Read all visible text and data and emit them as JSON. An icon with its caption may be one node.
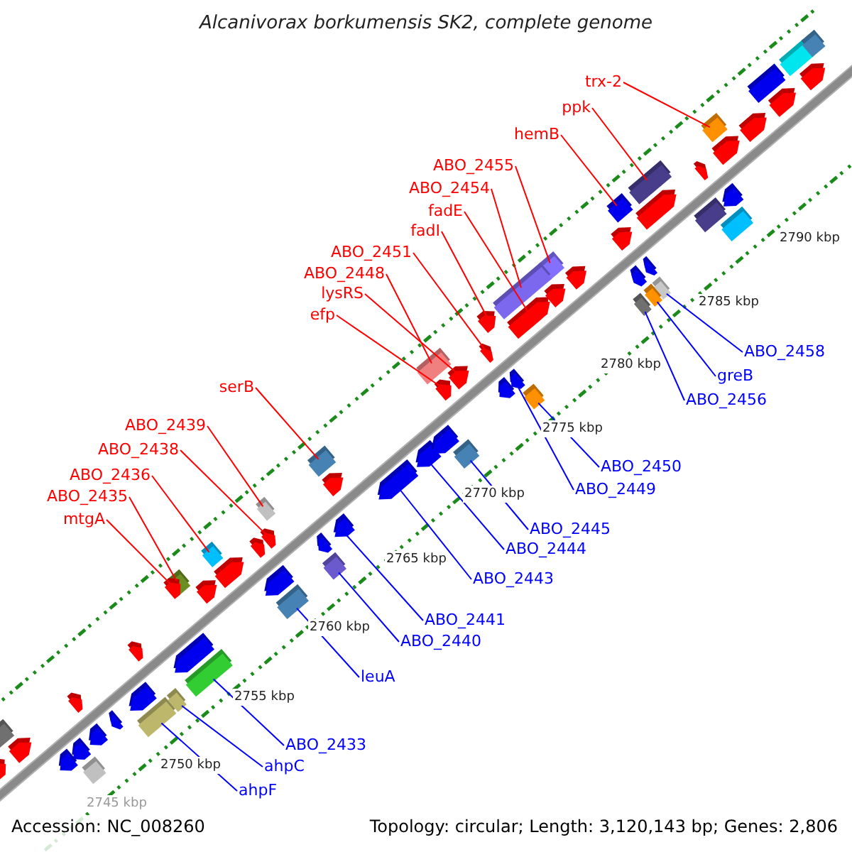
{
  "diagram": {
    "title": "Alcanivorax borkumensis SK2, complete genome",
    "nodes": [
      {
        "text": [
          "trx-2"
        ]
      },
      {
        "text": [
          "ppk"
        ]
      },
      {
        "text": [
          "hemB"
        ]
      },
      {
        "text": [
          "ABO_2455"
        ]
      },
      {
        "text": [
          "ABO_2454"
        ]
      },
      {
        "text": [
          "fadE"
        ]
      },
      {
        "text": [
          "fadI"
        ]
      },
      {
        "text": [
          "ABO_2451"
        ]
      },
      {
        "text": [
          "ABO_2448"
        ]
      },
      {
        "text": [
          "lysRS"
        ]
      },
      {
        "text": [
          "efp"
        ]
      },
      {
        "text": [
          "serB"
        ]
      },
      {
        "text": [
          "ABO_2439"
        ]
      },
      {
        "text": [
          "ABO_2438"
        ]
      },
      {
        "text": [
          "ABO_2436"
        ]
      },
      {
        "text": [
          "ABO_2435"
        ]
      },
      {
        "text": [
          "mtgA"
        ]
      },
      {
        "text": [
          "ABO_2458"
        ]
      },
      {
        "text": [
          "greB"
        ]
      },
      {
        "text": [
          "ABO_2456"
        ]
      },
      {
        "text": [
          "ABO_2450"
        ]
      },
      {
        "text": [
          "ABO_2449"
        ]
      },
      {
        "text": [
          "ABO_2445"
        ]
      },
      {
        "text": [
          "ABO_2444"
        ]
      },
      {
        "text": [
          "ABO_2443"
        ]
      },
      {
        "text": [
          "ABO_2441"
        ]
      },
      {
        "text": [
          "ABO_2440"
        ]
      },
      {
        "text": [
          "leuA"
        ]
      },
      {
        "text": [
          "ABO_2433"
        ]
      },
      {
        "text": [
          "ahpC"
        ]
      },
      {
        "text": [
          "ahpF"
        ]
      },
      {
        "text": [],
        "shape": "box"
      },
      {
        "text": [],
        "shape": "box"
      },
      {
        "text": [],
        "shape": "box"
      },
      {
        "text": [],
        "shape": "box"
      },
      {
        "text": [],
        "shape": "box"
      },
      {
        "text": [],
        "shape": "pentagon"
      },
      {
        "text": [],
        "shape": "pentagon"
      },
      {
        "text": [],
        "shape": "pentagon"
      },
      {
        "text": [],
        "shape": "box"
      },
      {
        "text": [],
        "shape": "pentagon"
      },
      {
        "text": [],
        "shape": "pentagon"
      },
      {
        "text": [],
        "shape": "box"
      },
      {
        "text": [],
        "shape": "box"
      },
      {
        "text": [],
        "shape": "pentagon"
      },
      {
        "text": [],
        "shape": "box"
      },
      {
        "text": [],
        "shape": "box"
      },
      {
        "text": [],
        "shape": "pentagon"
      },
      {
        "text": [],
        "shape": "box"
      },
      {
        "text": [],
        "shape": "box"
      },
      {
        "text": [],
        "shape": "box"
      },
      {
        "text": [],
        "shape": "box"
      },
      {
        "text": [],
        "shape": "pentagon"
      },
      {
        "text": [],
        "shape": "box"
      },
      {
        "text": [],
        "shape": "pentagon"
      },
      {
        "text": [],
        "shape": "pentagon"
      },
      {
        "text": [],
        "shape": "pentagon"
      },
      {
        "text": [],
        "shape": "box"
      },
      {
        "text": [],
        "shape": "box"
      },
      {
        "text": [],
        "shape": "box"
      },
      {
        "text": [],
        "shape": "box"
      },
      {
        "text": [],
        "shape": "box"
      },
      {
        "text": [],
        "shape": "pentagon"
      },
      {
        "text": [],
        "shape": "pentagon"
      },
      {
        "text": [],
        "shape": "pentagon"
      },
      {
        "text": [],
        "shape": "pentagon"
      },
      {
        "text": [],
        "shape": "pentagon"
      },
      {
        "text": [],
        "shape": "pentagon"
      },
      {
        "text": [],
        "shape": "pentagon"
      },
      {
        "text": [],
        "shape": "pentagon"
      },
      {
        "text": [],
        "shape": "pentagon"
      },
      {
        "text": [],
        "shape": "pentagon"
      },
      {
        "text": [],
        "shape": "pentagon"
      },
      {
        "text": [],
        "shape": "pentagon"
      },
      {
        "text": [],
        "shape": "pentagon"
      },
      {
        "text": [],
        "shape": "pentagon"
      },
      {
        "text": [],
        "shape": "pentagon"
      },
      {
        "text": [],
        "shape": "pentagon"
      },
      {
        "text": [],
        "shape": "pentagon"
      },
      {
        "text": [],
        "shape": "box"
      },
      {
        "text": [],
        "shape": "box"
      },
      {
        "text": [],
        "shape": "box"
      },
      {
        "text": [],
        "shape": "box"
      },
      {
        "text": [],
        "shape": "pentagon"
      },
      {
        "text": [],
        "shape": "pentagon"
      },
      {
        "text": [],
        "shape": "pentagon"
      },
      {
        "text": [],
        "shape": "pentagon"
      },
      {
        "text": [],
        "shape": "pentagon"
      },
      {
        "text": [],
        "shape": "pentagon"
      },
      {
        "text": [],
        "shape": "pentagon"
      },
      {
        "text": [],
        "shape": "pentagon"
      },
      {
        "text": [],
        "shape": "pentagon"
      },
      {
        "text": [],
        "shape": "pentagon"
      },
      {
        "text": [],
        "shape": "pentagon"
      },
      {
        "text": [],
        "shape": "pentagon"
      },
      {
        "text": [],
        "shape": "pentagon"
      },
      {
        "text": [],
        "shape": "pentagon"
      },
      {
        "text": [],
        "shape": "box"
      },
      {
        "text": [],
        "shape": "box"
      },
      {
        "text": [],
        "shape": "box"
      }
    ],
    "edges": [
      {
        "from": 0,
        "to": 31,
        "arrow": "none",
        "color": "#ff0000"
      },
      {
        "from": 1,
        "to": 32,
        "arrow": "none",
        "color": "#ff0000"
      },
      {
        "from": 2,
        "to": 33,
        "arrow": "none",
        "color": "#ff0000"
      },
      {
        "from": 3,
        "to": 34,
        "arrow": "none",
        "color": "#ff0000"
      },
      {
        "from": 4,
        "to": 35,
        "arrow": "none",
        "color": "#ff0000"
      },
      {
        "from": 5,
        "to": 36,
        "arrow": "none",
        "color": "#ff0000"
      },
      {
        "from": 6,
        "to": 37,
        "arrow": "none",
        "color": "#ff0000"
      },
      {
        "from": 7,
        "to": 38,
        "arrow": "none",
        "color": "#ff0000"
      },
      {
        "from": 8,
        "to": 39,
        "arrow": "none",
        "color": "#ff0000"
      },
      {
        "from": 9,
        "to": 40,
        "arrow": "none",
        "color": "#ff0000"
      },
      {
        "from": 10,
        "to": 41,
        "arrow": "none",
        "color": "#ff0000"
      },
      {
        "from": 11,
        "to": 42,
        "arrow": "none",
        "color": "#ff0000"
      },
      {
        "from": 12,
        "to": 43,
        "arrow": "none",
        "color": "#ff0000"
      },
      {
        "from": 13,
        "to": 44,
        "arrow": "none",
        "color": "#ff0000"
      },
      {
        "from": 14,
        "to": 45,
        "arrow": "none",
        "color": "#ff0000"
      },
      {
        "from": 15,
        "to": 46,
        "arrow": "none",
        "color": "#ff0000"
      },
      {
        "from": 16,
        "to": 47,
        "arrow": "none",
        "color": "#ff0000"
      },
      {
        "from": 17,
        "to": 48,
        "arrow": "none",
        "color": "#0000ff"
      },
      {
        "from": 18,
        "to": 49,
        "arrow": "none",
        "color": "#0000ff"
      },
      {
        "from": 19,
        "to": 50,
        "arrow": "none",
        "color": "#0000ff"
      },
      {
        "from": 20,
        "to": 51,
        "arrow": "none",
        "color": "#0000ff"
      },
      {
        "from": 21,
        "to": 52,
        "arrow": "none",
        "color": "#0000ff"
      },
      {
        "from": 22,
        "to": 53,
        "arrow": "none",
        "color": "#0000ff"
      },
      {
        "from": 23,
        "to": 54,
        "arrow": "none",
        "color": "#0000ff"
      },
      {
        "from": 24,
        "to": 55,
        "arrow": "none",
        "color": "#0000ff"
      },
      {
        "from": 25,
        "to": 56,
        "arrow": "none",
        "color": "#0000ff"
      },
      {
        "from": 26,
        "to": 57,
        "arrow": "none",
        "color": "#0000ff"
      },
      {
        "from": 27,
        "to": 58,
        "arrow": "none",
        "color": "#0000ff"
      },
      {
        "from": 28,
        "to": 59,
        "arrow": "none",
        "color": "#0000ff"
      },
      {
        "from": 29,
        "to": 60,
        "arrow": "none",
        "color": "#0000ff"
      },
      {
        "from": 30,
        "to": 61,
        "arrow": "none",
        "color": "#0000ff"
      }
    ],
    "labels": [
      "2790 kbp",
      "2785 kbp",
      "2780 kbp",
      "2775 kbp",
      "2770 kbp",
      "2765 kbp",
      "2760 kbp",
      "2755 kbp",
      "2750 kbp",
      "2745 kbp",
      "Accession: NC_008260",
      "Topology: circular; Length: 3,120,143 bp; Genes: 2,806"
    ]
  }
}
